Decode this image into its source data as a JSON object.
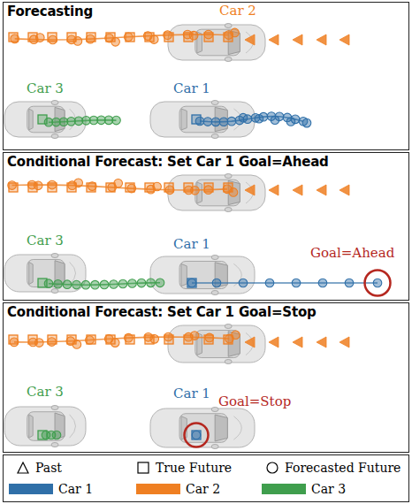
{
  "diagram": {
    "nodes": [
      {
        "text": [
          "Forecasting"
        ]
      },
      {
        "text": [
          "Car 2"
        ],
        "in": 0
      },
      {
        "text": [
          "Car 3"
        ],
        "in": 0
      },
      {
        "text": [
          "Car 1"
        ],
        "in": 0
      },
      {
        "text": [
          "Conditional Forecast: Set Car 1 Goal=Ahead"
        ]
      },
      {
        "text": [
          "Car 3"
        ],
        "in": 4
      },
      {
        "text": [
          "Car 1"
        ],
        "in": 4
      },
      {
        "text": [
          "Goal=Ahead"
        ],
        "in": 4
      },
      {
        "text": [
          "Conditional Forecast: Set Car 1 Goal=Stop"
        ]
      },
      {
        "text": [
          "Car 3"
        ],
        "in": 8
      },
      {
        "text": [
          "Car 1"
        ],
        "in": 8
      },
      {
        "text": [
          "Goal=Stop"
        ],
        "in": 8
      }
    ],
    "legend": [
      {
        "text": "Past"
      },
      {
        "text": "True Future"
      },
      {
        "text": "Forecasted Future"
      },
      {
        "text": "Car 1",
        "color": "#2f6fa8"
      },
      {
        "text": "Car 2",
        "color": "#ef7f22"
      },
      {
        "text": "Car 3",
        "color": "#3f9e4d"
      }
    ]
  }
}
